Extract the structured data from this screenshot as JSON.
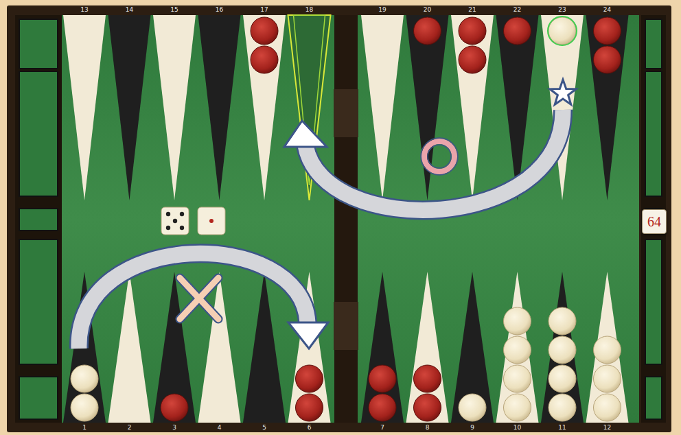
{
  "diagram": {
    "nodes": [
      {
        "text": [
          "64"
        ]
      }
    ],
    "labels": [
      "13",
      "14",
      "15",
      "16",
      "17",
      "18",
      "19",
      "20",
      "21",
      "22",
      "23",
      "24",
      "12",
      "11",
      "10",
      "9",
      "8",
      "7",
      "6",
      "5",
      "4",
      "3",
      "2",
      "1"
    ]
  }
}
